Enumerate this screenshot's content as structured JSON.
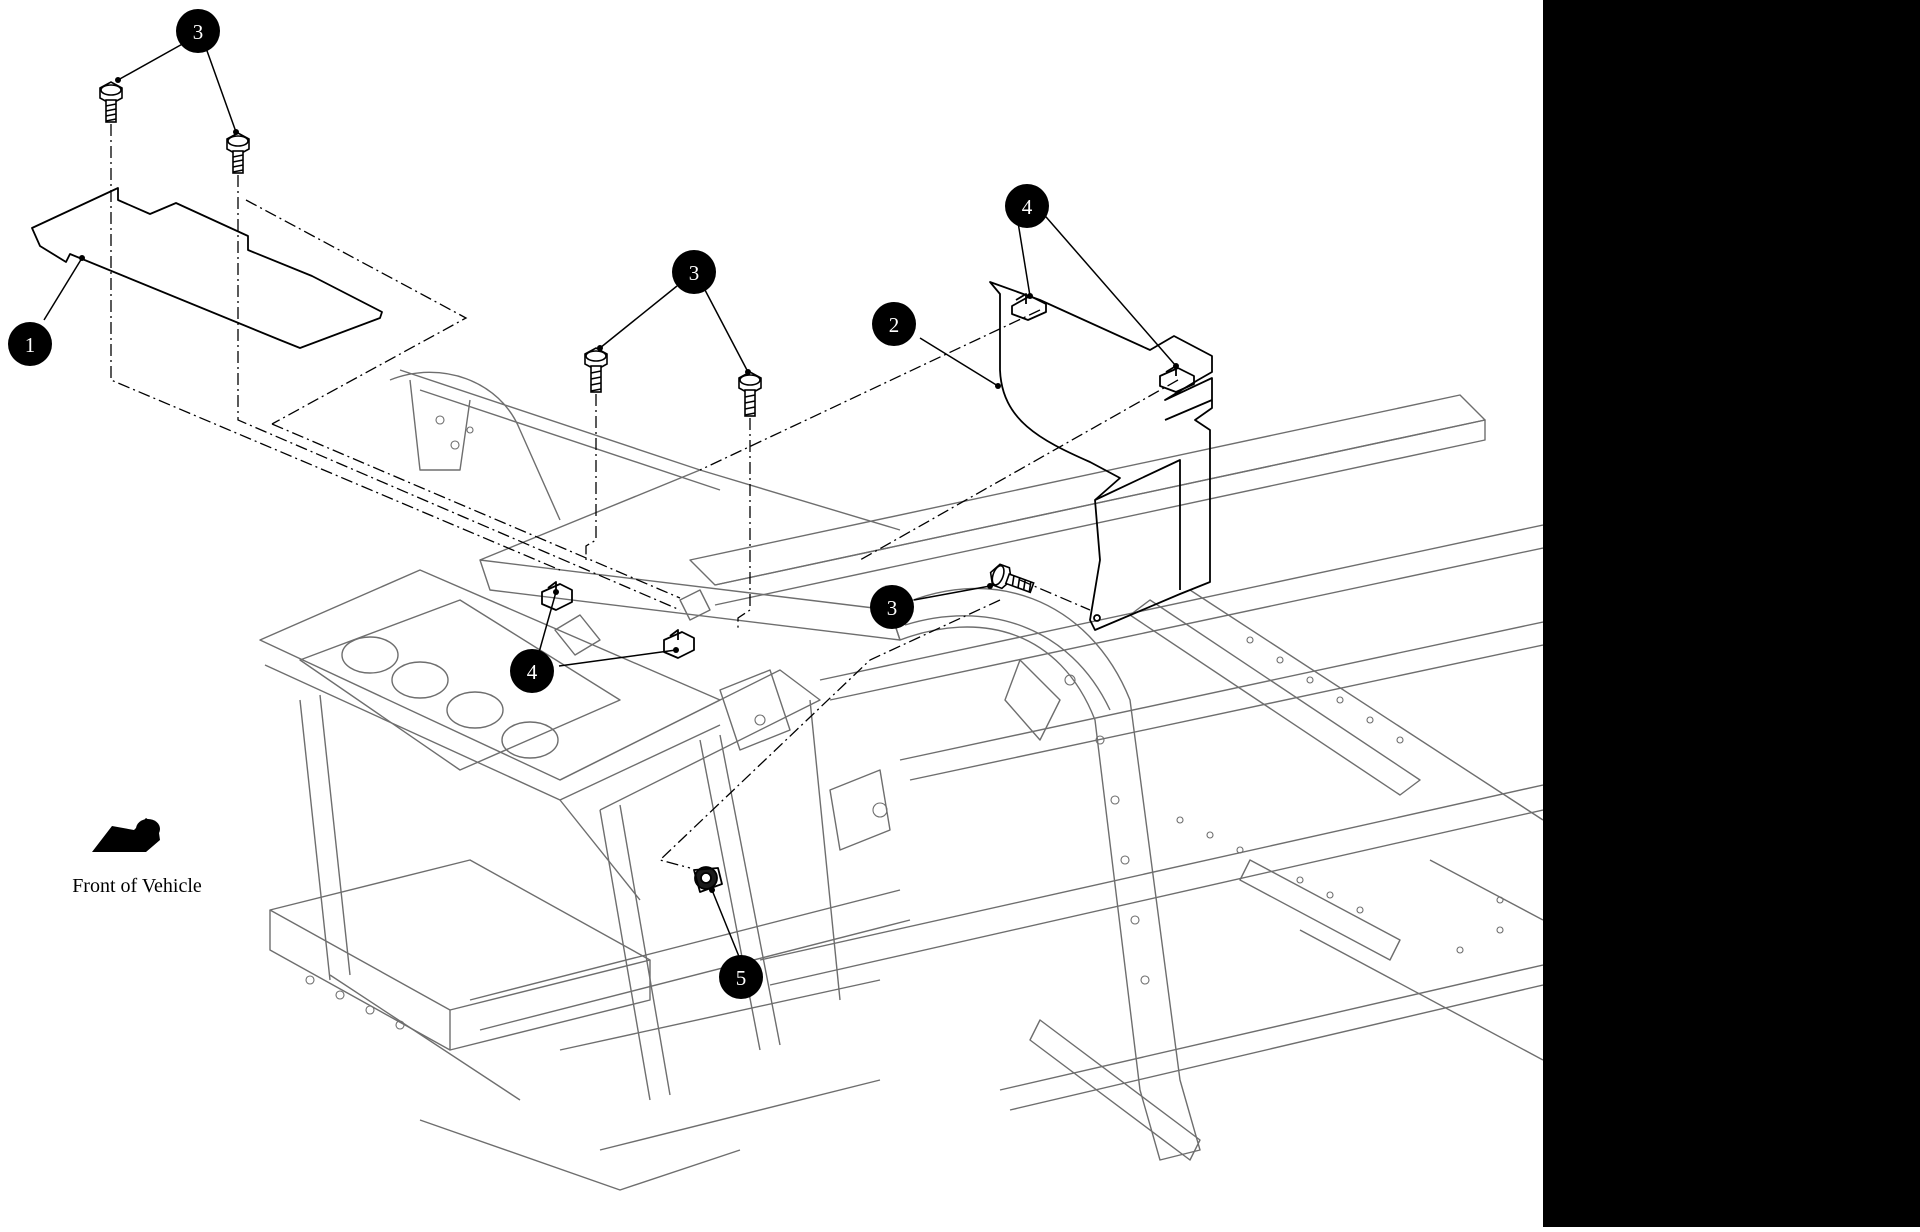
{
  "callouts": [
    {
      "label": "1"
    },
    {
      "label": "2"
    },
    {
      "label": "3"
    },
    {
      "label": "3"
    },
    {
      "label": "3"
    },
    {
      "label": "4"
    },
    {
      "label": "4"
    },
    {
      "label": "5"
    }
  ],
  "orientation": {
    "label": "Front of Vehicle",
    "icon": "front-arrow-icon"
  },
  "colors": {
    "background": "#ffffff",
    "ink": "#000000",
    "frame_line": "#6e6e6e",
    "side_panel": "#000000"
  }
}
